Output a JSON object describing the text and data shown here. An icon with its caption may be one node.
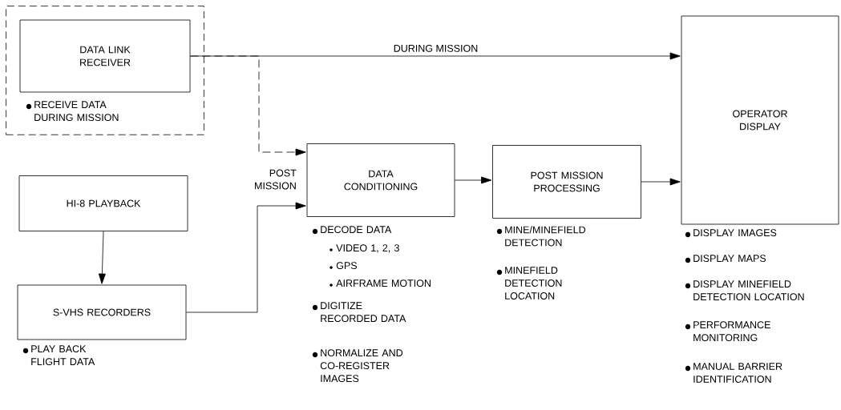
{
  "diagram": {
    "nodes": [
      {
        "text": [],
        "shape": "box"
      },
      {
        "text": [
          "DATA LINK RECEIVER"
        ],
        "in": 0,
        "beside": [
          "RECEIVE DATA DURING MISSION"
        ]
      },
      {
        "text": [
          "HI-8 PLAYBACK"
        ]
      },
      {
        "text": [
          "S-VHS RECORDERS"
        ],
        "beside": [
          "PLAY BACK FLIGHT DATA"
        ]
      },
      {
        "text": [
          "DATA CONDITIONING"
        ],
        "beside": [
          "DECODE DATA",
          "VIDEO 1, 2, 3",
          "GPS",
          "AIRFRAME MOTION",
          "DIGITIZE RECORDED DATA",
          "NORMALIZE AND CO-REGISTER IMAGES"
        ]
      },
      {
        "text": [
          "POST MISSION PROCESSING"
        ],
        "beside": [
          "MINE/MINEFIELD DETECTION",
          "MINEFIELD DETECTION LOCATION"
        ]
      },
      {
        "text": [
          "OPERATOR DISPLAY"
        ],
        "beside": [
          "DISPLAY IMAGES",
          "DISPLAY MAPS",
          "DISPLAY MINEFIELD DETECTION LOCATION",
          "PERFORMANCE MONITORING",
          "MANUAL BARRIER IDENTIFICATION"
        ]
      }
    ],
    "edges": [
      {
        "from": 1,
        "to": 6,
        "arrow": "to",
        "label": "DURING MISSION"
      },
      {
        "from": 1,
        "to": 4,
        "arrow": "to",
        "style": "dashed"
      },
      {
        "from": 2,
        "to": 3,
        "arrow": "to"
      },
      {
        "from": 3,
        "to": 4,
        "arrow": "to"
      },
      {
        "from": 4,
        "to": 5,
        "arrow": "to"
      },
      {
        "from": 5,
        "to": 6,
        "arrow": "to"
      }
    ],
    "labels": [
      "POST MISSION"
    ]
  }
}
